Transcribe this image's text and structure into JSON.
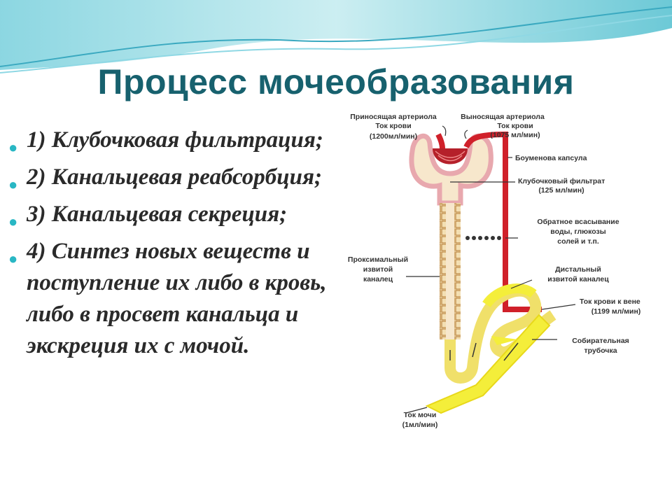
{
  "title": "Процесс мочеобразования",
  "steps": [
    "1) Клубочковая фильтрация;",
    "2) Канальцевая реабсорбция;",
    "3) Канальцевая секреция;",
    "4) Синтез новых веществ и поступление их либо в кровь, либо в просвет канальца и экскреция их с мочой."
  ],
  "diagram": {
    "afferent_1": "Приносящая артериола",
    "afferent_2": "Ток крови",
    "afferent_3": "(1200мл/мин)",
    "efferent_1": "Выносящая артериола",
    "efferent_2": "Ток крови",
    "efferent_3": "(1075 мл/мин)",
    "bowman": "Боуменова капсула",
    "filtrate_1": "Клубочковый фильтрат",
    "filtrate_2": "(125 мл/мин)",
    "reabs_1": "Обратное всасывание",
    "reabs_2": "воды, глюкозы",
    "reabs_3": "солей и т.п.",
    "prox_1": "Проксимальный",
    "prox_2": "извитой",
    "prox_3": "каналец",
    "distal_1": "Дистальный",
    "distal_2": "извитой каналец",
    "vein_1": "Ток крови к вене",
    "vein_2": "(1199 мл/мин)",
    "collect_1": "Собирательная",
    "collect_2": "трубочка",
    "urine_1": "Ток мочи",
    "urine_2": "(1мл/мин)"
  },
  "colors": {
    "title": "#17616e",
    "bullet": "#29b7c4",
    "artery": "#d0202a",
    "capsule_outer": "#e8a8ae",
    "capsule_inner": "#f7e7cc",
    "tubule": "#f2e29c",
    "urine": "#f4ee3a"
  }
}
